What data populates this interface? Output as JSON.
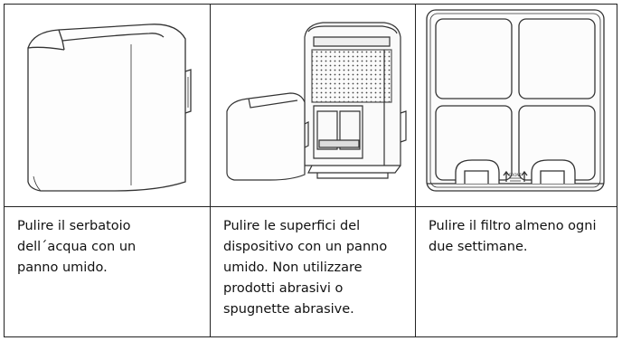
{
  "table": {
    "columns": [
      {
        "image": "water-tank-illustration",
        "text": "Pulire il serbatoio\ndell´acqua con un\npanno umido."
      },
      {
        "image": "dehumidifier-device-illustration",
        "text": "Pulire le superfici del\ndispositivo con un panno\numido. Non utilizzare\nprodotti abrasivi o\nspugnette abrasive."
      },
      {
        "image": "filter-illustration",
        "text": "Pulire il filtro almeno ogni\ndue settimane."
      }
    ]
  }
}
